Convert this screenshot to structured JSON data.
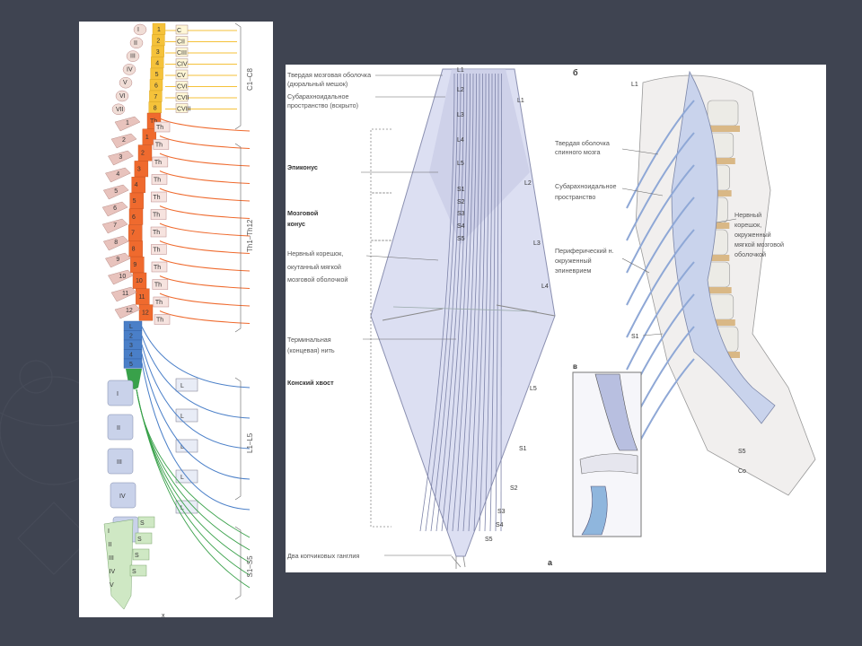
{
  "colors": {
    "background": "#3f4451",
    "cervical": "#f5c23a",
    "thoracic": "#ef6a2e",
    "lumbar": "#4a7fc8",
    "sacral": "#39a14a",
    "bone": "#e8c3bd",
    "vertebra_lumbar": "#c9d2ea",
    "sacrum": "#cfe8c4",
    "dura_blue": "#c9d7ee",
    "disc": "#d9b886"
  },
  "left_diagram": {
    "cervical_vertebrae": [
      "I",
      "II",
      "III",
      "IV",
      "V",
      "VI",
      "VII"
    ],
    "cervical_cord_segments": [
      "1",
      "2",
      "3",
      "4",
      "5",
      "6",
      "7",
      "8"
    ],
    "cervical_nerves": [
      "C",
      "CII",
      "CIII",
      "CIV",
      "CV",
      "CVI",
      "CVII",
      "CVIII"
    ],
    "thoracic_vertebrae": [
      "1",
      "2",
      "3",
      "4",
      "5",
      "6",
      "7",
      "8",
      "9",
      "10",
      "11",
      "12"
    ],
    "thoracic_cord_segments": [
      "Th",
      "1",
      "2",
      "3",
      "4",
      "5",
      "6",
      "7",
      "8",
      "9",
      "10",
      "11",
      "12"
    ],
    "thoracic_nerves": [
      "Th",
      "Th",
      "Th",
      "Th",
      "Th",
      "Th",
      "Th",
      "Th",
      "Th",
      "Th",
      "Th",
      "Th"
    ],
    "lumbar_cord_segments": [
      "L",
      "2",
      "3",
      "4",
      "5"
    ],
    "lumbar_vertebrae": [
      "I",
      "II",
      "III",
      "IV",
      "V"
    ],
    "lumbar_nerves": [
      "L",
      "L",
      "L",
      "L",
      "L"
    ],
    "sacral_vertebrae": [
      "I",
      "II",
      "III",
      "IV",
      "V"
    ],
    "sacral_nerves": [
      "S",
      "S",
      "S",
      "S"
    ],
    "coccyx_label": "x",
    "bracket_labels": [
      "C1–C8",
      "Th1–Th12",
      "L1–L5",
      "S1–S5"
    ]
  },
  "right_diagram": {
    "panel_a_letter": "а",
    "panel_b_letter": "б",
    "panel_v_letter": "в",
    "cord_segments": [
      "L1",
      "L2",
      "L3",
      "L4",
      "L5",
      "S1",
      "S2",
      "S3",
      "S4",
      "S5"
    ],
    "nerve_labels_a": [
      "L1",
      "L2",
      "L3",
      "L4",
      "L5",
      "S1",
      "S2",
      "S3",
      "S4",
      "S5"
    ],
    "labels_a": [
      "Твердая мозговая оболочка",
      "(дюральный мешок)",
      "Субарахноидальное",
      "пространство (вскрыто)",
      "Эпиконус",
      "Мозговой",
      "конус",
      "Нервный корешок,",
      "окутанный мягкой",
      "мозговой оболочкой",
      "Терминальная",
      "(концевая) нить",
      "Конский хвост",
      "Два копчиковых ганглия"
    ],
    "labels_b": [
      "Твердая оболочка",
      "спинного мозга",
      "Субарахноидальное",
      "пространство",
      "Периферический н.",
      "окруженный",
      "эпиневрием",
      "Нервный",
      "корешок,",
      "окруженный",
      "мягкой мозговой",
      "оболочкой"
    ],
    "side_labels_b": [
      "L1",
      "S1",
      "S5",
      "Co"
    ]
  }
}
